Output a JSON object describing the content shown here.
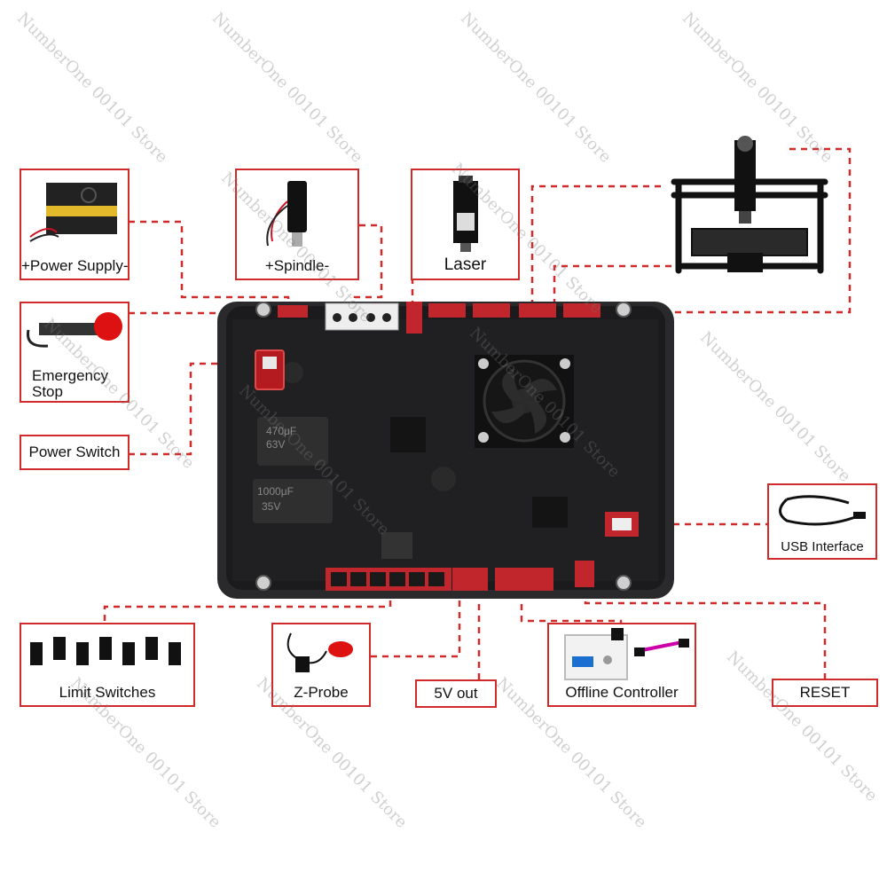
{
  "labels": {
    "power_supply": "+Power Supply-",
    "spindle": "+Spindle-",
    "laser": "Laser",
    "emergency_stop_line1": "Emergency",
    "emergency_stop_line2": "Stop",
    "power_switch": "Power Switch",
    "usb_interface": "USB Interface",
    "limit_switches": "Limit Switches",
    "z_probe": "Z-Probe",
    "five_v_out": "5V out",
    "offline_controller": "Offline Controller",
    "reset": "RESET"
  },
  "board_silkscreen": {
    "cap1_value": "470μF",
    "cap1_voltage": "63V",
    "cap2_value": "1000μF",
    "cap2_voltage": "35V"
  },
  "watermark": "NumberOne 00101 Store",
  "colors": {
    "accent": "#d12a2a",
    "board": "#1c1c1e",
    "connector": "#c0262b"
  }
}
